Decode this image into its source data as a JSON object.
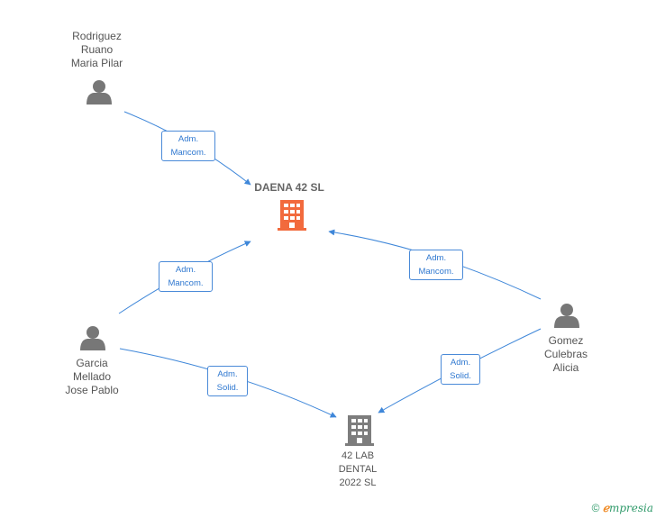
{
  "colors": {
    "edge": "#3f87d9",
    "person": "#777777",
    "company_main": "#f26a3d",
    "company_other": "#7d7d7d"
  },
  "nodes": {
    "rodriguez": {
      "label": "Rodriguez\nRuano\nMaria Pilar",
      "type": "person"
    },
    "garcia": {
      "label": "Garcia\nMellado\nJose Pablo",
      "type": "person"
    },
    "gomez": {
      "label": "Gomez\nCulebras\nAlicia",
      "type": "person"
    },
    "daena": {
      "label": "DAENA 42  SL",
      "type": "company",
      "highlight": true
    },
    "dental": {
      "label": "42 LAB\nDENTAL\n2022  SL",
      "type": "company",
      "highlight": false
    }
  },
  "edges": [
    {
      "id": "e1",
      "from": "rodriguez",
      "to": "daena",
      "label": "Adm.\nMancom."
    },
    {
      "id": "e2",
      "from": "garcia",
      "to": "daena",
      "label": "Adm.\nMancom."
    },
    {
      "id": "e3",
      "from": "gomez",
      "to": "daena",
      "label": "Adm.\nMancom."
    },
    {
      "id": "e4",
      "from": "garcia",
      "to": "dental",
      "label": "Adm.\nSolid."
    },
    {
      "id": "e5",
      "from": "gomez",
      "to": "dental",
      "label": "Adm.\nSolid."
    }
  ],
  "footer": {
    "copyright": "©",
    "brand_e": "ℯ",
    "brand_rest": "mpresia"
  }
}
